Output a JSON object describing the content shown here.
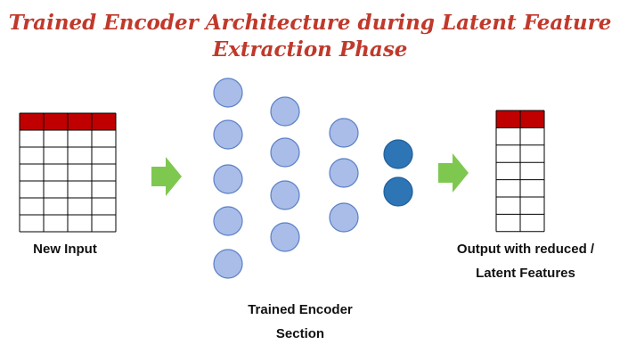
{
  "title": {
    "line1": "Trained Encoder Architecture during Latent Feature",
    "line2": "Extraction Phase"
  },
  "input_label": "New Input",
  "encoder_label": {
    "line1": "Trained Encoder",
    "line2": "Section"
  },
  "output_label": {
    "line1": "Output with reduced /",
    "line2": "Latent Features"
  },
  "input_table": {
    "columns": 4,
    "rows": 7
  },
  "output_table": {
    "columns": 2,
    "rows": 7
  },
  "encoder_layers": [
    5,
    4,
    3,
    2
  ],
  "colors": {
    "title": "#c0392b",
    "table_header": "#c00000",
    "arrow": "#7ec850",
    "node_light": "#a9bde8",
    "node_light_stroke": "#5b7fc7",
    "node_dark": "#2e75b6",
    "node_dark_stroke": "#1f5f9a"
  }
}
